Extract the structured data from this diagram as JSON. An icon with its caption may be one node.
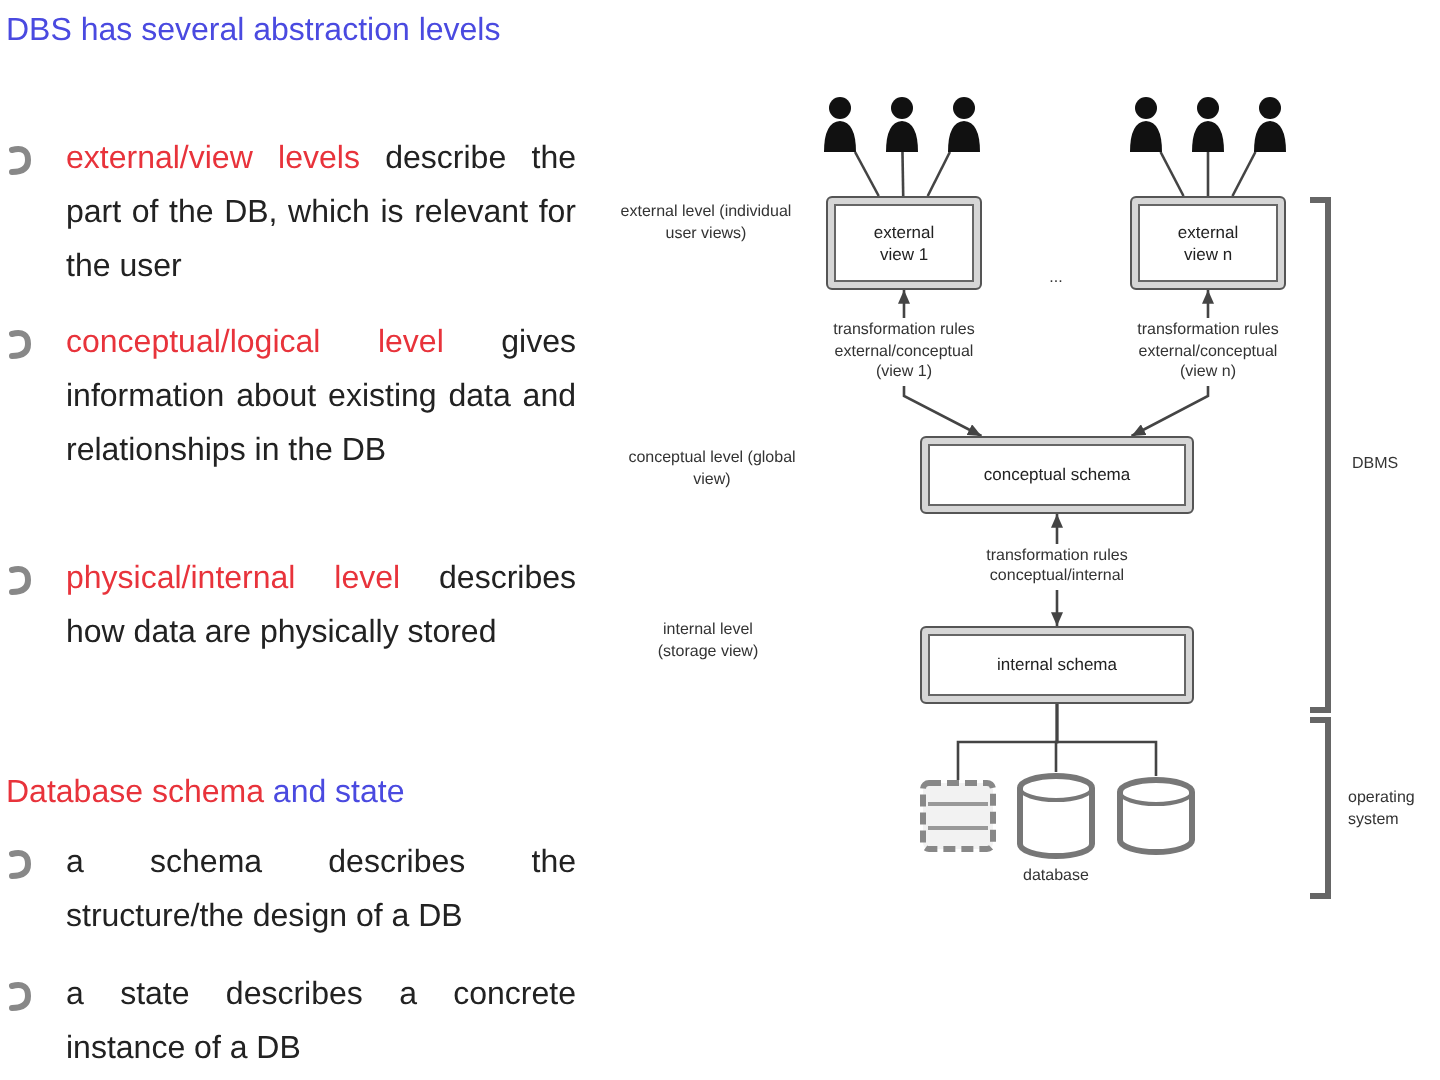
{
  "diagram": {
    "nodes": [
      {
        "text": [],
        "shape": "person"
      },
      {
        "text": [],
        "shape": "person"
      },
      {
        "text": [],
        "shape": "person"
      },
      {
        "text": [],
        "shape": "person"
      },
      {
        "text": [],
        "shape": "person"
      },
      {
        "text": [],
        "shape": "person"
      },
      {
        "text": [
          "external view 1"
        ]
      },
      {
        "text": [
          "external view n"
        ]
      },
      {
        "text": [
          "conceptual schema"
        ]
      },
      {
        "text": [
          "internal schema"
        ]
      },
      {
        "text": [],
        "shape": "box"
      },
      {
        "text": [],
        "shape": "cylinder",
        "beside": [
          "database"
        ]
      },
      {
        "text": [],
        "shape": "cylinder"
      }
    ],
    "edges": [
      {
        "from": 6,
        "to": 0,
        "arrow": "none"
      },
      {
        "from": 6,
        "to": 1,
        "arrow": "none"
      },
      {
        "from": 6,
        "to": 2,
        "arrow": "none"
      },
      {
        "from": 7,
        "to": 3,
        "arrow": "none"
      },
      {
        "from": 7,
        "to": 4,
        "arrow": "none"
      },
      {
        "from": 7,
        "to": 5,
        "arrow": "none"
      },
      {
        "from": 6,
        "to": 8,
        "arrow": "both",
        "label": "transformation rules external/conceptual (view 1)"
      },
      {
        "from": 7,
        "to": 8,
        "arrow": "both",
        "label": "transformation rules external/conceptual (view n)"
      },
      {
        "from": 8,
        "to": 9,
        "arrow": "both",
        "label": "transformation rules conceptual/internal"
      },
      {
        "from": 9,
        "to": 10,
        "arrow": "none"
      },
      {
        "from": 9,
        "to": 11,
        "arrow": "none"
      },
      {
        "from": 9,
        "to": 12,
        "arrow": "none"
      }
    ],
    "labels": [
      "DBS has several abstraction levels",
      "*external/view levels* describe the part of the DB, which is relevant for the user",
      "*conceptual/logical level* gives information about existing data and relationships in the DB",
      "*physical/internal level* describes how data are physically stored",
      "*Database schema* and state",
      "a schema describes the structure/the design of a DB",
      "a state describes a concrete instance of a DB",
      "external level (individual user views)",
      "...",
      "conceptual level (global view)",
      "internal level (storage view)",
      "DBMS",
      "operating system"
    ]
  }
}
